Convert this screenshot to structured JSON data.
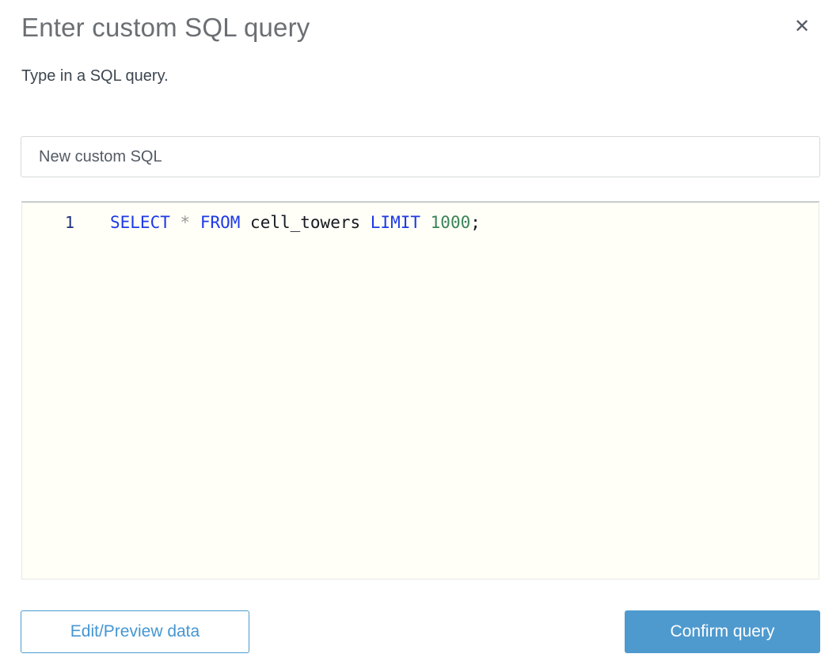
{
  "dialog": {
    "title": "Enter custom SQL query",
    "subtitle": "Type in a SQL query.",
    "close_icon": "✕"
  },
  "query_name_input": {
    "value": "New custom SQL"
  },
  "sql_editor": {
    "line_numbers": [
      "1"
    ],
    "query_text": "SELECT * FROM cell_towers LIMIT 1000;",
    "tokens": [
      {
        "text": "SELECT",
        "type": "keyword"
      },
      {
        "text": " ",
        "type": "plain"
      },
      {
        "text": "*",
        "type": "operator"
      },
      {
        "text": " ",
        "type": "plain"
      },
      {
        "text": "FROM",
        "type": "keyword"
      },
      {
        "text": " cell_towers ",
        "type": "identifier"
      },
      {
        "text": "LIMIT",
        "type": "keyword"
      },
      {
        "text": " ",
        "type": "plain"
      },
      {
        "text": "1000",
        "type": "number"
      },
      {
        "text": ";",
        "type": "plain"
      }
    ],
    "token_colors": {
      "keyword": "#1d39e8",
      "operator": "#999999",
      "identifier": "#16191f",
      "number": "#3a8457",
      "plain": "#16191f"
    }
  },
  "footer": {
    "edit_preview_label": "Edit/Preview data",
    "confirm_label": "Confirm query"
  },
  "colors": {
    "title_text": "#6b6f73",
    "input_border": "#d6d9d9",
    "editor_bg": "#fffef7",
    "line_number": "#1f2f7d",
    "secondary_button_border": "#4d9ad0",
    "secondary_button_text": "#4596d2",
    "primary_button_bg": "#4e9ace",
    "primary_button_text": "#ffffff"
  }
}
